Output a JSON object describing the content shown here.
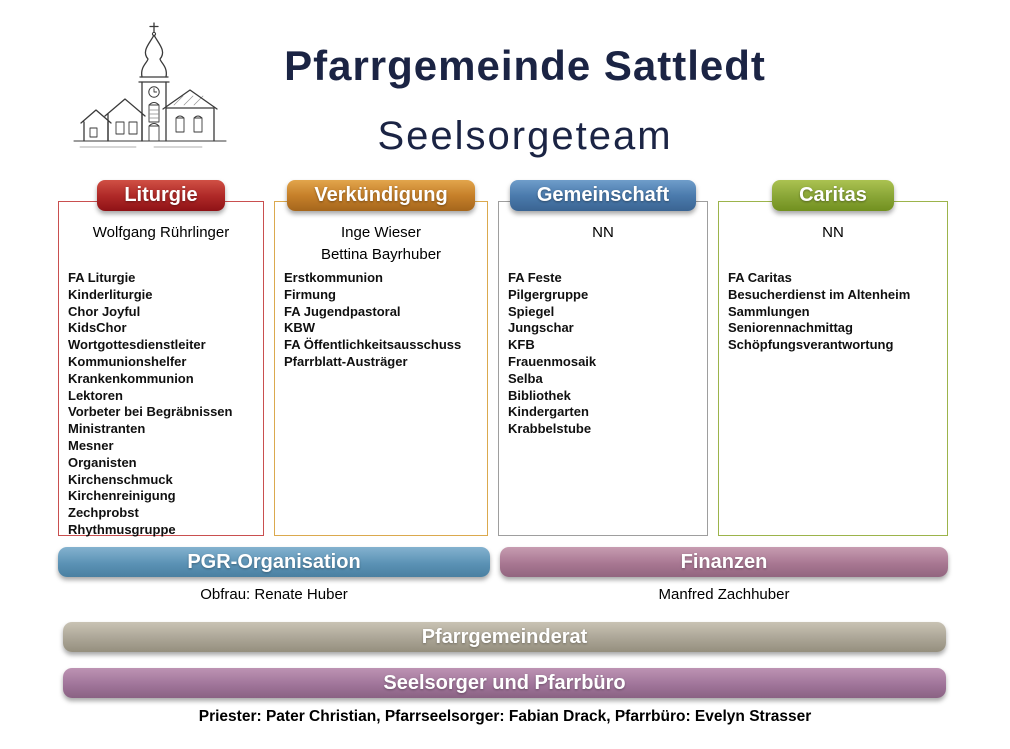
{
  "header": {
    "title": "Pfarrgemeinde Sattledt",
    "subtitle": "Seelsorgeteam"
  },
  "columns": [
    {
      "label": "Liturgie",
      "badge_color": "#b02a28",
      "border_color": "#c94f4f",
      "people": [
        "Wolfgang Rührlinger"
      ],
      "items": [
        "FA Liturgie",
        "Kinderliturgie",
        "Chor Joyful",
        "KidsChor",
        "Wortgottesdienstleiter",
        "Kommunionshelfer",
        "Krankenkommunion",
        "Lektoren",
        "Vorbeter bei Begräbnissen",
        "Ministranten",
        "Mesner",
        "Organisten",
        "Kirchenschmuck",
        "Kirchenreinigung",
        "Zechprobst",
        "Rhythmusgruppe"
      ]
    },
    {
      "label": "Verkündigung",
      "badge_color": "#c6802a",
      "border_color": "#dba94e",
      "people": [
        "Inge Wieser",
        "Bettina Bayrhuber"
      ],
      "items": [
        "Erstkommunion",
        "Firmung",
        "FA Jugendpastoral",
        "KBW",
        "FA Öffentlichkeitsausschuss",
        "Pfarrblatt-Austräger"
      ]
    },
    {
      "label": "Gemeinschaft",
      "badge_color": "#4b7bad",
      "border_color": "#9e9e9e",
      "people": [
        "NN"
      ],
      "items": [
        "FA Feste",
        "Pilgergruppe",
        "Spiegel",
        "Jungschar",
        "KFB",
        "Frauenmosaik",
        "Selba",
        "Bibliothek",
        "Kindergarten",
        "Krabbelstube"
      ]
    },
    {
      "label": "Caritas",
      "badge_color": "#8ba738",
      "border_color": "#9cb44b",
      "people": [
        "NN"
      ],
      "items": [
        "FA Caritas",
        "Besucherdienst im Altenheim",
        "Sammlungen",
        "Seniorennachmittag",
        "Schöpfungsverantwortung"
      ]
    }
  ],
  "mid_banners": [
    {
      "label": "PGR-Organisation",
      "color": "#5b92b5",
      "person": "Obfrau: Renate Huber"
    },
    {
      "label": "Finanzen",
      "color": "#a87792",
      "person": "Manfred Zachhuber"
    }
  ],
  "wide_banners": [
    {
      "label": "Pfarrgemeinderat",
      "color": "#aba596"
    },
    {
      "label": "Seelsorger und Pfarrbüro",
      "color": "#a0759a"
    }
  ],
  "footer": {
    "note": "Priester: Pater Christian, Pfarrseelsorger: Fabian Drack, Pfarrbüro: Evelyn Strasser"
  }
}
